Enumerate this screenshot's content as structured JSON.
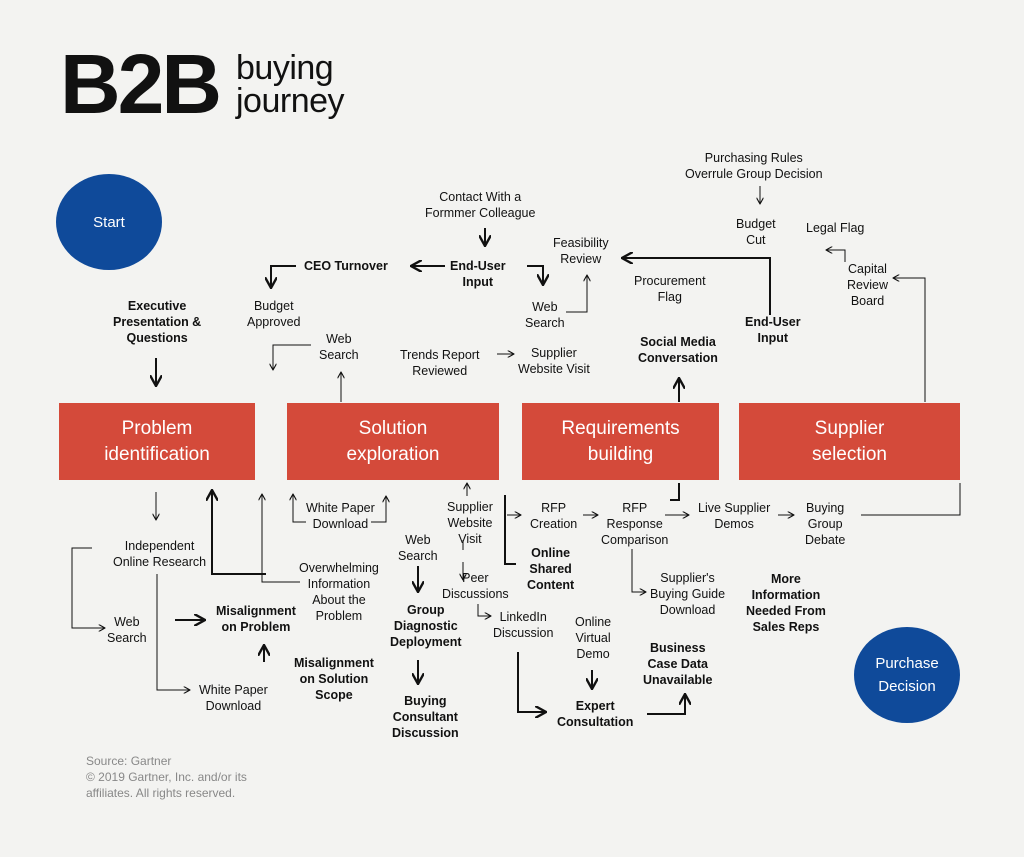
{
  "title": {
    "main": "B2B",
    "sub": "buying\njourney"
  },
  "stages": [
    "Problem\nidentification",
    "Solution\nexploration",
    "Requirements\nbuilding",
    "Supplier\nselection"
  ],
  "start": "Start",
  "end": "Purchase\nDecision",
  "source": "Source: Gartner\n© 2019 Gartner, Inc. and/or its\naffiliates. All rights reserved.",
  "colors": {
    "stage": "#d44a3a",
    "circle": "#0f4a9a"
  },
  "labels": {
    "purchasing_rules": "Purchasing Rules\nOverrule Group Decision",
    "budget_cut": "Budget\nCut",
    "legal_flag": "Legal Flag",
    "capital_review": "Capital\nReview\nBoard",
    "contact_colleague": "Contact With a\nFormmer Colleague",
    "feasibility": "Feasibility\nReview",
    "ceo_turnover": "CEO Turnover",
    "end_user_input_1": "End-User\nInput",
    "web_search_top": "Web\nSearch",
    "procurement_flag": "Procurement\nFlag",
    "end_user_input_2": "End-User\nInput",
    "exec_presentation": "Executive\nPresentation &\nQuestions",
    "budget_approved": "Budget\nApproved",
    "web_search_2": "Web\nSearch",
    "trends_report": "Trends Report\nReviewed",
    "supplier_website_visit_top": "Supplier\nWebsite Visit",
    "social_media": "Social Media\nConversation",
    "white_paper_top": "White Paper\nDownload",
    "supplier_website_visit": "Supplier\nWebsite\nVisit",
    "rfp_creation": "RFP\nCreation",
    "rfp_response": "RFP\nResponse\nComparison",
    "live_demos": "Live Supplier\nDemos",
    "buying_group_debate": "Buying\nGroup\nDebate",
    "independent_research": "Independent\nOnline Research",
    "overwhelming": "Overwhelming\nInformation\nAbout the\nProblem",
    "web_search_3": "Web\nSearch",
    "online_shared": "Online\nShared\nContent",
    "peer_discussions": "Peer\nDiscussions",
    "suppliers_guide": "Supplier's\nBuying Guide\nDownload",
    "more_info": "More\nInformation\nNeeded From\nSales Reps",
    "web_search_left": "Web\nSearch",
    "misalignment_problem": "Misalignment\non Problem",
    "group_diagnostic": "Group\nDiagnostic\nDeployment",
    "linkedin": "LinkedIn\nDiscussion",
    "online_demo": "Online\nVirtual\nDemo",
    "business_case": "Business\nCase Data\nUnavailable",
    "misalignment_scope": "Misalignment\non Solution\nScope",
    "white_paper_bottom": "White Paper\nDownload",
    "buying_consultant": "Buying\nConsultant\nDiscussion",
    "expert_consultation": "Expert\nConsultation"
  }
}
